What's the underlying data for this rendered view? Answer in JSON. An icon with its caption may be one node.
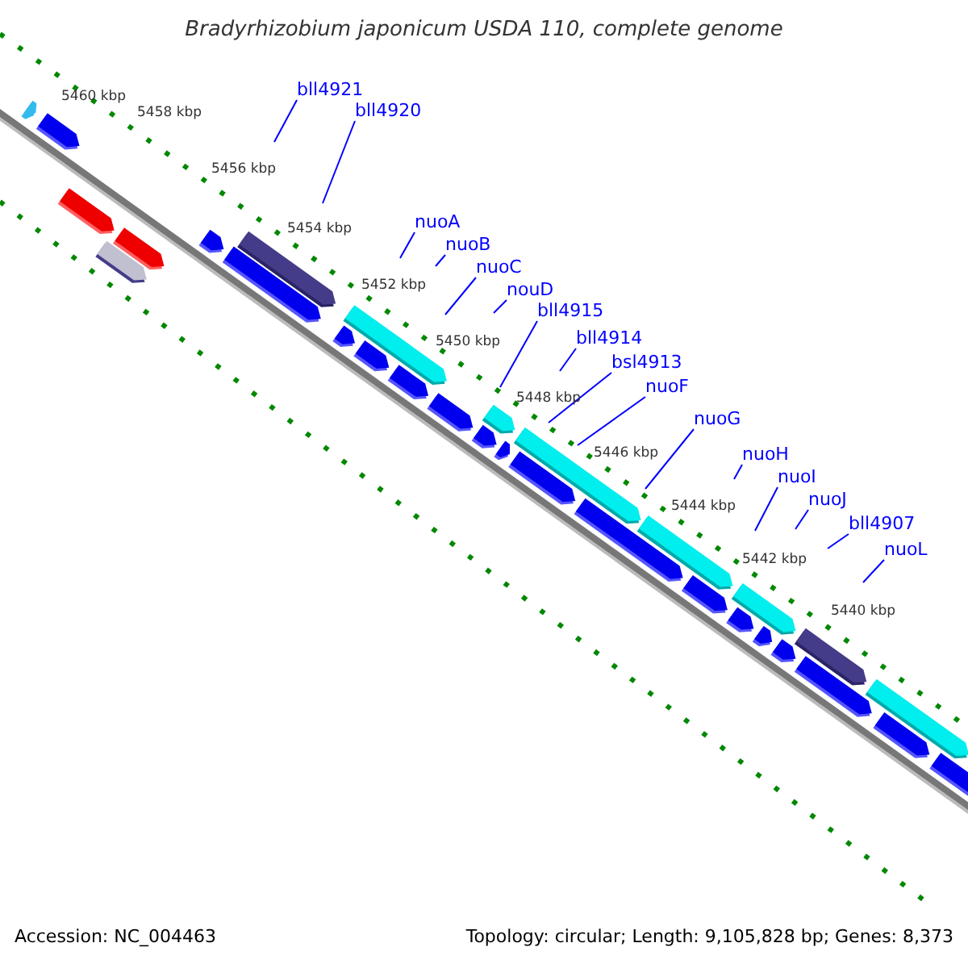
{
  "diagram": {
    "title": "Bradyrhizobium japonicum USDA 110, complete genome",
    "nodes": [
      {
        "text": [
          "bll4921"
        ]
      },
      {
        "text": [
          "bll4920"
        ]
      },
      {
        "text": [
          "nuoA"
        ]
      },
      {
        "text": [
          "nuoB"
        ]
      },
      {
        "text": [
          "nuoC"
        ]
      },
      {
        "text": [
          "nouD"
        ]
      },
      {
        "text": [
          "bll4915"
        ]
      },
      {
        "text": [
          "bll4914"
        ]
      },
      {
        "text": [
          "bsl4913"
        ]
      },
      {
        "text": [
          "nuoF"
        ]
      },
      {
        "text": [
          "nuoG"
        ]
      },
      {
        "text": [
          "nuoH"
        ]
      },
      {
        "text": [
          "nuoI"
        ]
      },
      {
        "text": [
          "nuoJ"
        ]
      },
      {
        "text": [
          "bll4907"
        ]
      },
      {
        "text": [
          "nuoL"
        ]
      }
    ],
    "edges": [
      {
        "from": 0,
        "to": null,
        "arrow": "none"
      },
      {
        "from": 1,
        "to": null,
        "arrow": "none"
      },
      {
        "from": 2,
        "to": null,
        "arrow": "none"
      },
      {
        "from": 3,
        "to": null,
        "arrow": "none"
      },
      {
        "from": 4,
        "to": null,
        "arrow": "none"
      },
      {
        "from": 5,
        "to": null,
        "arrow": "none"
      },
      {
        "from": 6,
        "to": null,
        "arrow": "none"
      },
      {
        "from": 7,
        "to": null,
        "arrow": "none"
      },
      {
        "from": 8,
        "to": null,
        "arrow": "none"
      },
      {
        "from": 9,
        "to": null,
        "arrow": "none"
      },
      {
        "from": 10,
        "to": null,
        "arrow": "none"
      },
      {
        "from": 11,
        "to": null,
        "arrow": "none"
      },
      {
        "from": 12,
        "to": null,
        "arrow": "none"
      },
      {
        "from": 13,
        "to": null,
        "arrow": "none"
      },
      {
        "from": 14,
        "to": null,
        "arrow": "none"
      },
      {
        "from": 15,
        "to": null,
        "arrow": "none"
      }
    ],
    "labels": [
      "5460 kbp",
      "5458 kbp",
      "5456 kbp",
      "5454 kbp",
      "5452 kbp",
      "5450 kbp",
      "5448 kbp",
      "5446 kbp",
      "5444 kbp",
      "5442 kbp",
      "5440 kbp",
      "Accession: NC_004463",
      "Topology: circular; Length: 9,105,828 bp; Genes: 8,373"
    ]
  }
}
